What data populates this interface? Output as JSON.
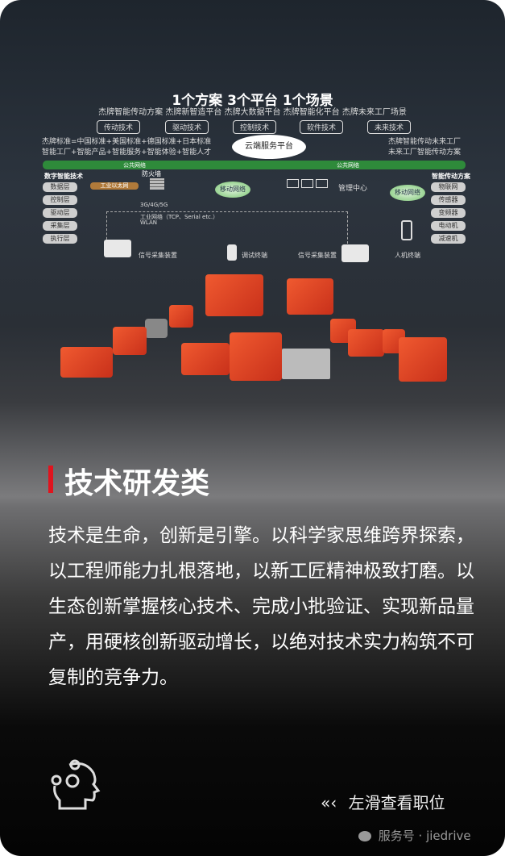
{
  "diagram": {
    "headline": "1个方案  3个平台  1个场景",
    "subline": "杰牌智能传动方案  杰牌新智造平台  杰牌大数据平台  杰牌智能化平台  杰牌未来工厂场景",
    "pills": [
      "传动技术",
      "驱动技术",
      "控制技术",
      "软件技术",
      "未来技术"
    ],
    "left_std_1": "杰牌标准=中国标准+美国标准+德国标准+日本标准",
    "left_std_2": "智能工厂+智能产品+智能服务+智能体验+智能人才",
    "cloud": "云端服务平台",
    "right_1": "杰牌智能传动未来工厂",
    "right_2": "未来工厂智能传动方案",
    "public_net_left": "公共网络",
    "public_net_right": "公共网络",
    "left_head": "数字智能技术",
    "left_layers": [
      "数据层",
      "控制层",
      "驱动层",
      "采集层",
      "执行层"
    ],
    "right_head": "智能传动方案",
    "right_layers": [
      "物联网",
      "传感器",
      "变频器",
      "电动机",
      "减速机"
    ],
    "firewall": "防火墙",
    "ethernet": "工业以太网",
    "mobile_net_1": "移动网络",
    "mobile_net_2": "移动网络",
    "mgmt": "管理中心",
    "g345": "3G/4G/5G",
    "industrial_net": "工业网络（TCP、Serial etc.）",
    "wlan": "WLAN",
    "signal_1": "信号采集装置",
    "debug": "调试终端",
    "signal_2": "信号采集装置",
    "hmi": "人机终端"
  },
  "section": {
    "title": "技术研发类",
    "accent": "#e0141e",
    "body": "技术是生命，创新是引擎。以科学家思维跨界探索，以工程师能力扎根落地，以新工匠精神极致打磨。以生态创新掌握核心技术、完成小批验证、实现新品量产，用硬核创新驱动增长，以绝对技术实力构筑不可复制的竞争力。"
  },
  "footer": {
    "icon": "head-gears-icon",
    "swipe_arrow": "«‹",
    "swipe_label": "左滑查看职位",
    "watermark": "服务号 · jiedrive"
  }
}
